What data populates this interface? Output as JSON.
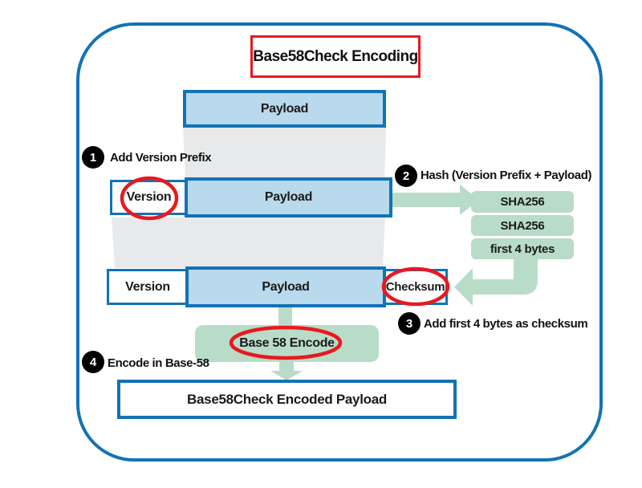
{
  "title": "Base58Check Encoding",
  "colors": {
    "border_blue": "#1272b6",
    "fill_blue": "#b9d9ec",
    "fill_green": "#b9dcc8",
    "fill_gray": "#e8e9ea",
    "accent_red": "#e8191f",
    "step_black": "#000000"
  },
  "boxes": {
    "payload_top": "Payload",
    "row2": {
      "version": "Version",
      "payload": "Payload"
    },
    "row3": {
      "version": "Version",
      "payload": "Payload",
      "checksum": "Checksum"
    },
    "hash_steps": [
      "SHA256",
      "SHA256",
      "first 4 bytes"
    ],
    "base58_encode": "Base 58 Encode",
    "result": "Base58Check Encoded Payload"
  },
  "steps": [
    {
      "number": "1",
      "label": "Add Version Prefix"
    },
    {
      "number": "2",
      "label": "Hash (Version Prefix + Payload)"
    },
    {
      "number": "3",
      "label": "Add first 4 bytes as checksum"
    },
    {
      "number": "4",
      "label": "Encode in Base-58"
    }
  ]
}
